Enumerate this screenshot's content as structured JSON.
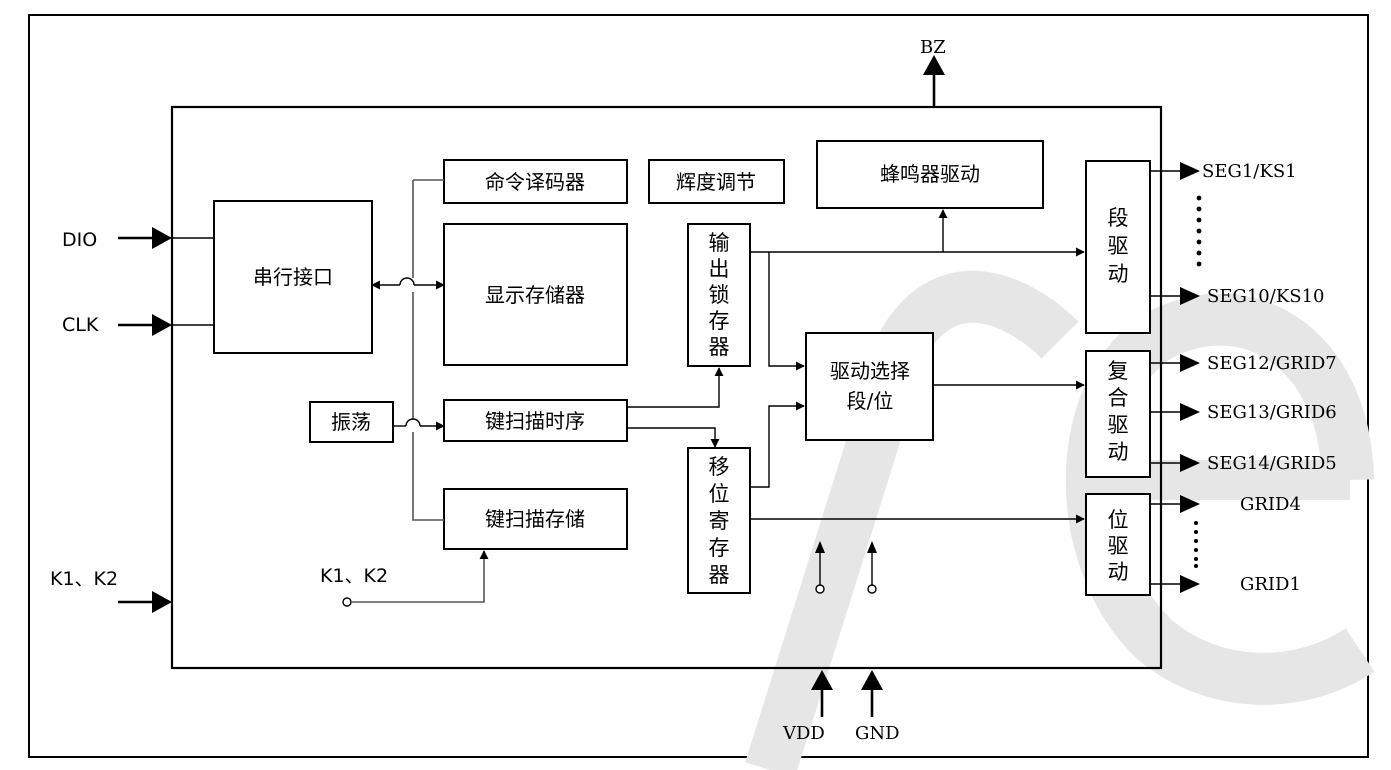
{
  "blocks": {
    "serial_interface": "串行接口",
    "command_decoder": "命令译码器",
    "brightness_adjust": "辉度调节",
    "buzzer_driver": "蜂鸣器驱动",
    "display_memory": "显示存储器",
    "output_latch": [
      "输",
      "出",
      "锁",
      "存",
      "器"
    ],
    "segment_driver": [
      "段",
      "驱",
      "动"
    ],
    "composite_driver": [
      "复",
      "合",
      "驱",
      "动"
    ],
    "grid_driver": [
      "位",
      "驱",
      "动"
    ],
    "oscillator": "振荡",
    "key_scan_timing": "键扫描时序",
    "key_scan_storage": "键扫描存储",
    "shift_register": [
      "移",
      "位",
      "寄",
      "存",
      "器"
    ],
    "driver_select": [
      "驱动选择",
      "段/位"
    ]
  },
  "pins": {
    "dio": "DIO",
    "clk": "CLK",
    "k1k2_left": "K1、K2",
    "k1k2_inner": "K1、K2",
    "bz": "BZ",
    "vdd": "VDD",
    "gnd": "GND",
    "seg1": "SEG1/KS1",
    "seg10": "SEG10/KS10",
    "seg12": "SEG12/GRID7",
    "seg13": "SEG13/GRID6",
    "seg14": "SEG14/GRID5",
    "grid4": "GRID4",
    "grid1": "GRID1"
  },
  "watermark_color": "#e6e6e6"
}
